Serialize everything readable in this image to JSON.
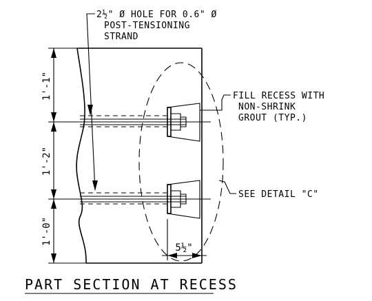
{
  "labels": {
    "hole_note_line1": "2½\" Ø HOLE FOR 0.6\" Ø",
    "hole_note_line2": "POST-TENSIONING",
    "hole_note_line3": "STRAND",
    "fill_note_line1": "FILL RECESS WITH",
    "fill_note_line2": "NON-SHRINK",
    "fill_note_line3": "GROUT (TYP.)",
    "detail_note": "SEE DETAIL \"C\"",
    "title": "PART SECTION AT RECESS"
  },
  "dimensions": {
    "top": "1'-1\"",
    "middle": "1'-2\"",
    "bottom": "1'-0\"",
    "recess_width": "5½\""
  }
}
